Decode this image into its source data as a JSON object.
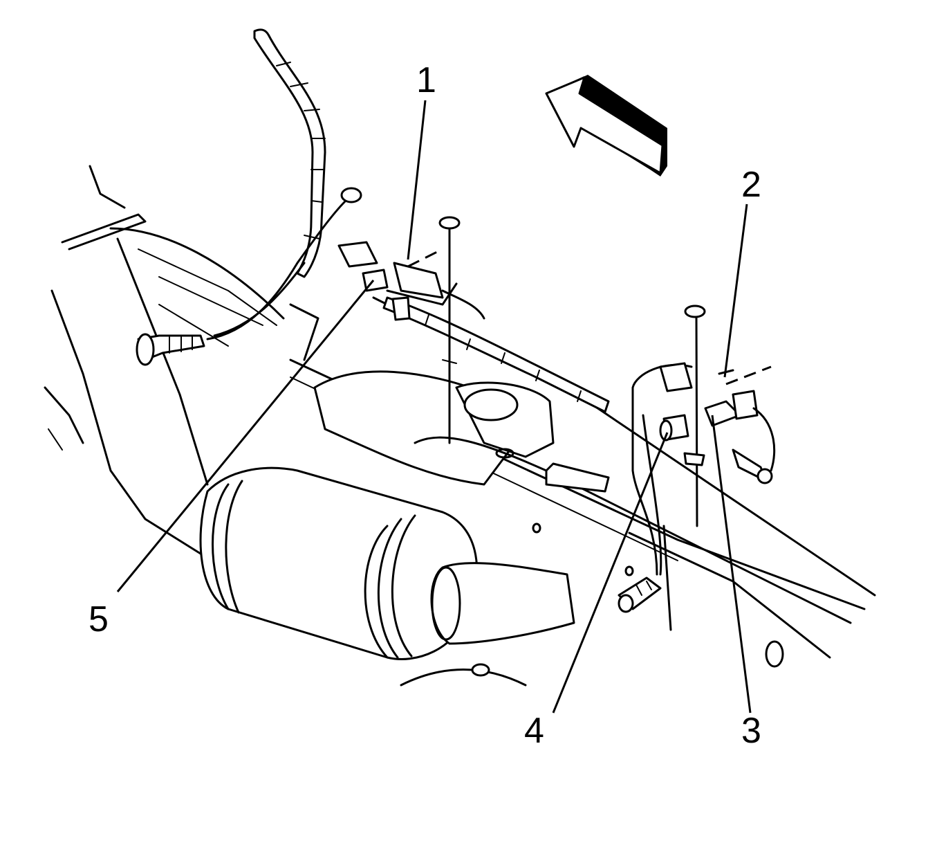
{
  "callouts": [
    {
      "id": "1",
      "label": "1"
    },
    {
      "id": "2",
      "label": "2"
    },
    {
      "id": "3",
      "label": "3"
    },
    {
      "id": "4",
      "label": "4"
    },
    {
      "id": "5",
      "label": "5"
    }
  ],
  "direction_arrow": {
    "icon": "forward-direction-arrow-icon"
  },
  "colors": {
    "line": "#000000",
    "background": "#ffffff"
  }
}
